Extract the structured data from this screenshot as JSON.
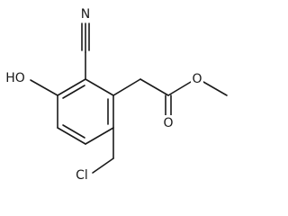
{
  "molecule": {
    "atoms": {
      "nitrile_n": "N",
      "hydroxyl": "HO",
      "carbonyl_o": "O",
      "ester_o": "O",
      "chloro": "Cl"
    }
  }
}
